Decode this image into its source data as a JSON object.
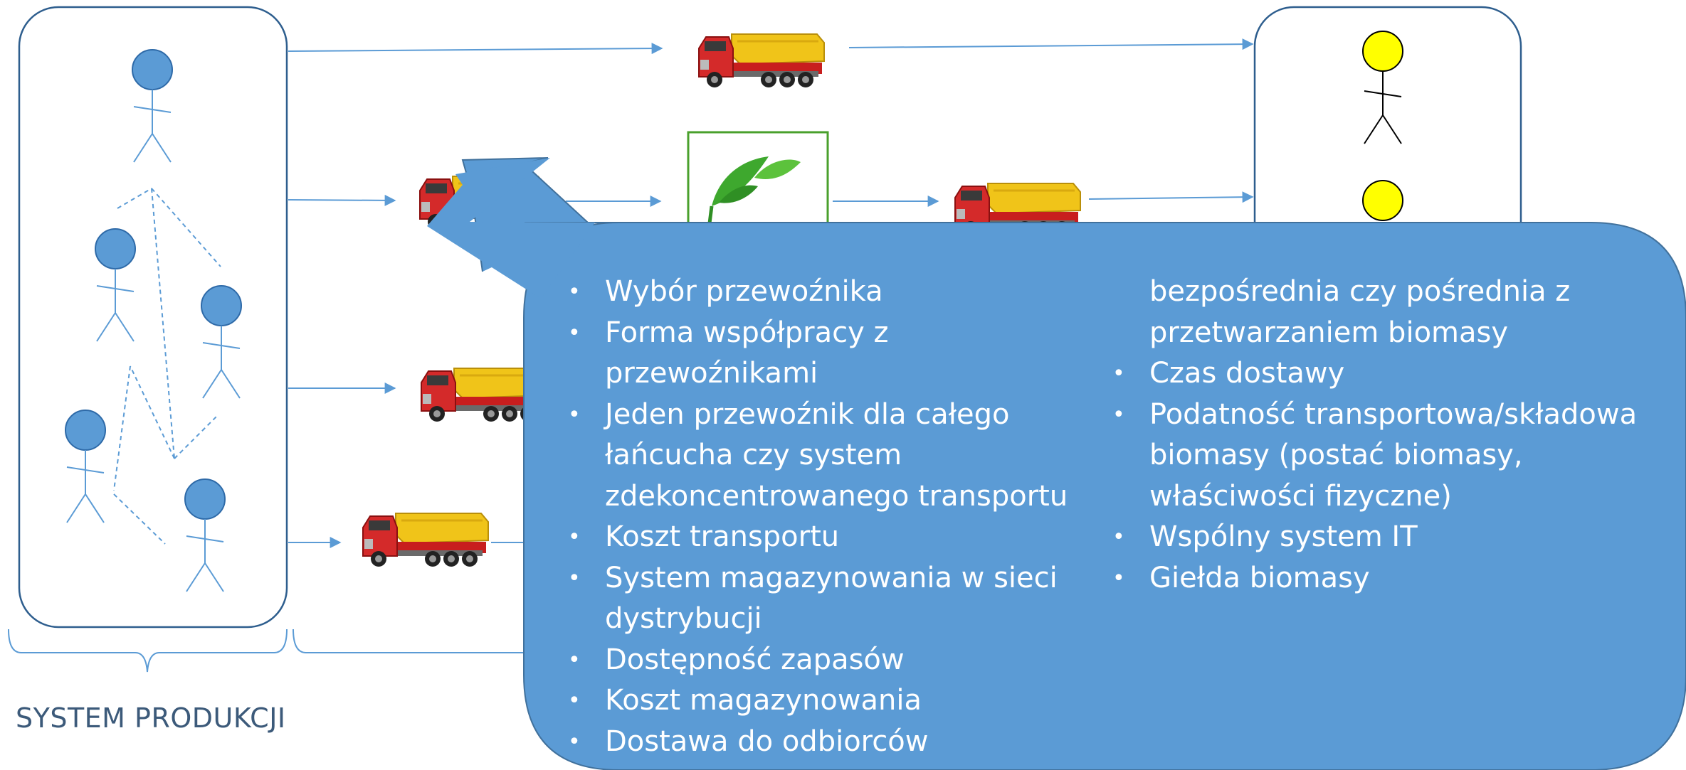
{
  "diagram": {
    "production_label": "SYSTEM PRODUKCJI",
    "callout": {
      "column1": [
        "Wybór przewoźnika",
        "Forma współpracy z przewoźnikami",
        "Jeden przewoźnik dla całego łańcucha czy system zdekoncentrowanego transportu",
        "Koszt transportu",
        "System magazynowania w sieci dystrybucji",
        "Dostępność zapasów",
        "Koszt magazynowania",
        "Dostawa do odbiorców"
      ],
      "column1_lines": [
        [
          "Wybór przewoźnika"
        ],
        [
          "Forma współpracy z przewoźnikami"
        ],
        [
          "Jeden przewoźnik dla całego",
          "łańcucha czy system",
          "zdekoncentrowanego transportu"
        ],
        [
          "Koszt transportu"
        ],
        [
          "System magazynowania w sieci",
          "dystrybucji"
        ],
        [
          "Dostępność zapasów"
        ],
        [
          "Koszt magazynowania"
        ],
        [
          "Dostawa do odbiorców"
        ]
      ],
      "column2_continuation": [
        "bezpośrednia czy pośrednia z",
        "przetwarzaniem biomasy"
      ],
      "column2_lines": [
        [
          "Czas dostawy"
        ],
        [
          "Podatność transportowa/składowa",
          "biomasy (postać biomasy,",
          "właściwości fizyczne)"
        ],
        [
          "Wspólny system IT"
        ],
        [
          "Giełda biomasy"
        ]
      ]
    },
    "colors": {
      "callout_fill": "#5b9bd5",
      "line": "#5b9bd5",
      "producer_fill": "#5b9bd5",
      "consumer_fill": "#ffff00",
      "plant_border": "#4aa02c",
      "truck_body": "#e8c22a",
      "truck_cab": "#d42a2a"
    },
    "icons": [
      "producer-person-icon",
      "consumer-person-icon",
      "dump-truck-icon",
      "biomass-plant-icon"
    ]
  }
}
